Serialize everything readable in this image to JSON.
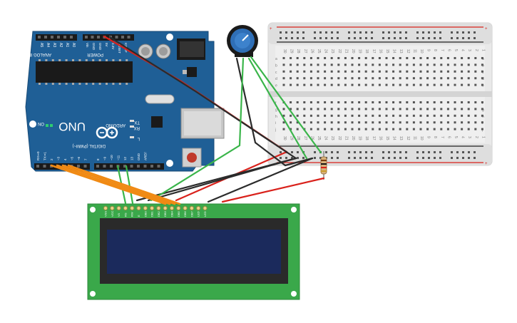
{
  "colors": {
    "canvas": "#ffffff",
    "arduino_board": "#1f5f96",
    "breadboard": "#e6e6e6",
    "lcd_board": "#3aa84a",
    "lcd_screen": "#1b2a5c",
    "wire_red": "#d9211b",
    "wire_black": "#2b2b2b",
    "wire_green": "#3ab54a",
    "wire_orange": "#f08a14"
  },
  "arduino": {
    "analog_header_label": "ANALOG IN",
    "analog_pins": [
      "A0",
      "A1",
      "A2",
      "A3",
      "A4",
      "A5"
    ],
    "power_header_label": "POWER",
    "power_pins": [
      "Vin",
      "GND",
      "GND",
      "5V",
      "3.3V",
      "RESET",
      "IOREF"
    ],
    "model_label": "UNO",
    "brand_label": "ARDUINO",
    "digital_label": "DIGITAL (PWM~)",
    "digital_pins": [
      "RX⇐0",
      "TX⇒1",
      "2",
      "~3",
      "4",
      "~5",
      "~6",
      "7",
      "8",
      "~9",
      "~10",
      "~11",
      "12",
      "13",
      "GND",
      "AREF"
    ],
    "led_labels": [
      "TX",
      "RX",
      "L"
    ],
    "on_label": "ON"
  },
  "breadboard": {
    "row_letters_top": [
      "a",
      "b",
      "c",
      "d",
      "e"
    ],
    "row_letters_bottom": [
      "f",
      "g",
      "h",
      "i",
      "j"
    ],
    "rail_plus": "+",
    "rail_minus": "−",
    "column_count": 30
  },
  "potentiometer": {
    "icon": "potentiometer-knob"
  },
  "resistor": {
    "icon": "resistor"
  },
  "lcd": {
    "pin_labels": [
      "VSS",
      "VCC",
      "V0",
      "RS",
      "RW",
      "E",
      "DB0",
      "DB1",
      "DB2",
      "DB3",
      "DB4",
      "DB5",
      "DB6",
      "DB7",
      "LED",
      "LED"
    ]
  }
}
